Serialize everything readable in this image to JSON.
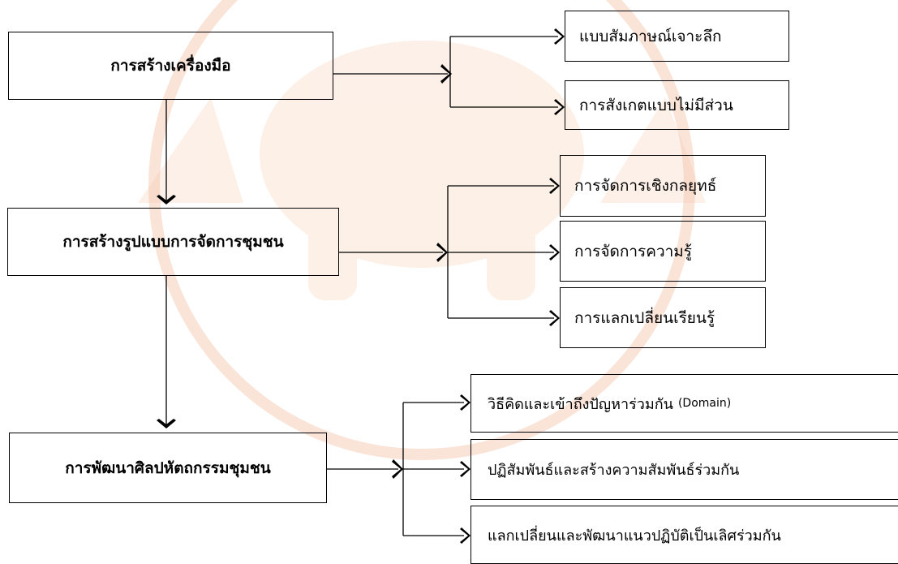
{
  "diagram": {
    "main": [
      {
        "id": "tool",
        "label": "การสร้างเครื่องมือ"
      },
      {
        "id": "model",
        "label": "การสร้างรูปแบบการจัดการชุมชน"
      },
      {
        "id": "art",
        "label": "การพัฒนาศิลปหัตถกรรมชุมชน"
      }
    ],
    "tool_children": [
      "แบบสัมภาษณ์เจาะลึก",
      "การสังเกตแบบไม่มีส่วน"
    ],
    "model_children": [
      "การจัดการเชิงกลยุทธ์",
      "การจัดการความรู้",
      "การแลกเปลี่ยนเรียนรู้"
    ],
    "art_children": [
      {
        "text": "วิธีคิดและเข้าถึงปัญหาร่วมกัน",
        "suffix": "(Domain)"
      },
      {
        "text": "ปฏิสัมพันธ์และสร้างความสัมพันธ์ร่วมกัน"
      },
      {
        "text": "แลกเปลี่ยนและพัฒนาแนวปฏิบัติเป็นเลิศร่วมกัน"
      }
    ]
  },
  "colors": {
    "line": "#000000",
    "watermark": "#f3c2a8"
  }
}
